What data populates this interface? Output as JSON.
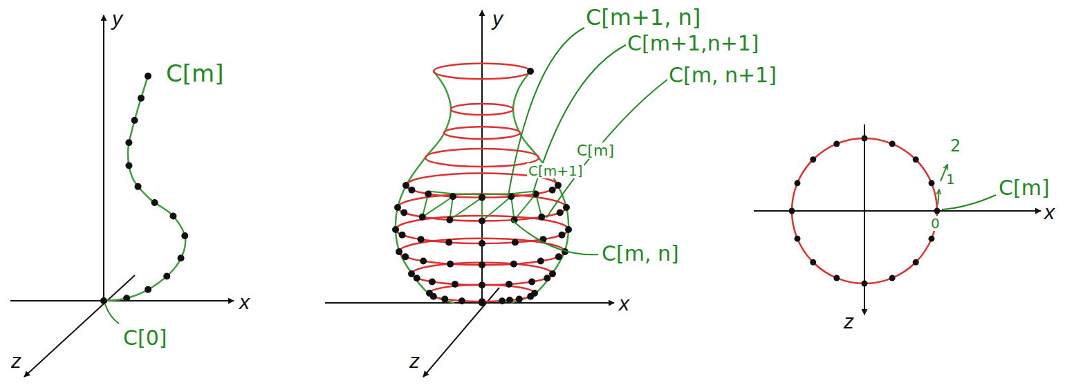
{
  "diagram": {
    "labels": [
      "y",
      "C[m]",
      "x",
      "z",
      "C[0]",
      "y",
      "C[m+1, n]",
      "C[m+1,n+1]",
      "C[m, n+1]",
      "C[m+1]",
      "C[m]",
      "x",
      "C[m, n]",
      "z",
      "2",
      "1",
      "C[m]",
      "0",
      "x",
      "z"
    ]
  }
}
